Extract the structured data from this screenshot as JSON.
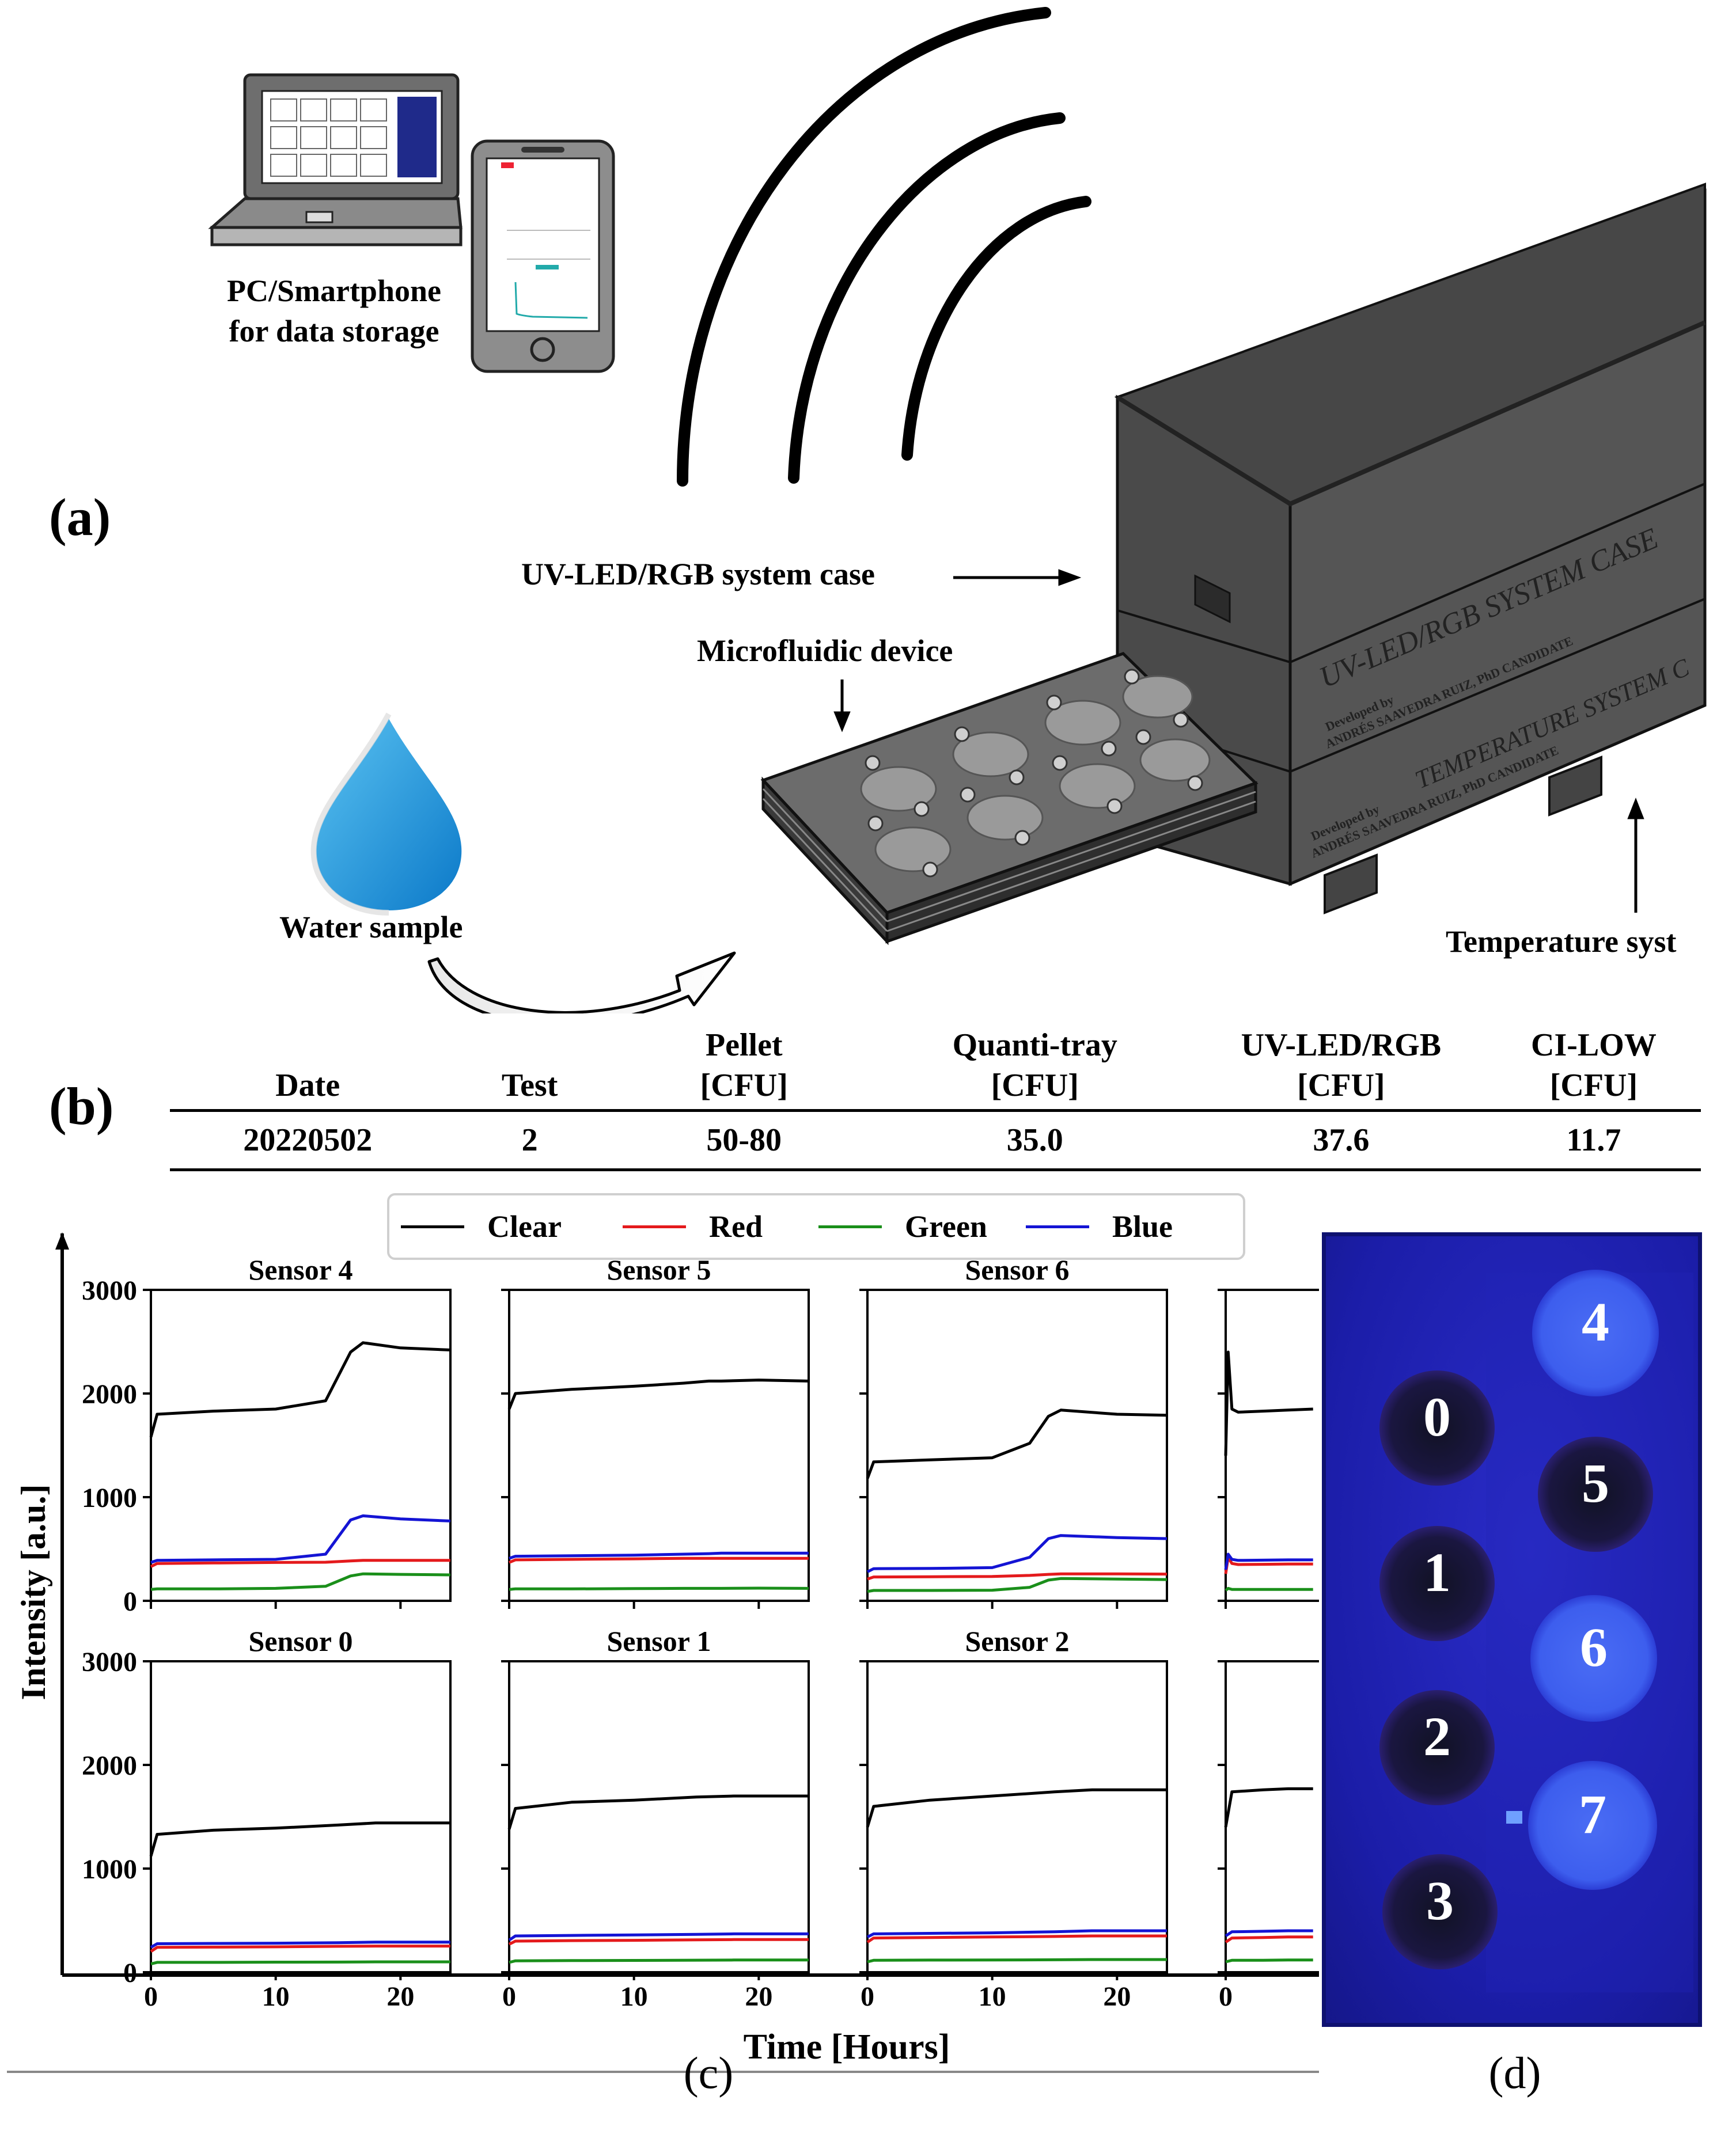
{
  "panel_a": {
    "label": "(a)",
    "pc_caption": [
      "PC/Smartphone",
      "for data storage"
    ],
    "case_label": "UV-LED/RGB system case",
    "microfluidic_label": "Microfluidic device",
    "water_label": "Water sample",
    "temperature_label": "Temperature syst",
    "case_text_top": "UV-LED/RGB SYSTEM CASE",
    "case_text_mid": "TEMPERATURE SYSTEM C",
    "developed_by": "Developed by",
    "developer_name": "ANDRÉS SAAVEDRA RUIZ, PhD CANDIDATE"
  },
  "panel_b": {
    "label": "(b)",
    "headers": [
      [
        "Date"
      ],
      [
        "Test"
      ],
      [
        "Pellet",
        "[CFU]"
      ],
      [
        "Quanti-tray",
        "[CFU]"
      ],
      [
        "UV-LED/RGB",
        "[CFU]"
      ],
      [
        "CI-LOW",
        "[CFU]"
      ]
    ],
    "rows": [
      [
        "20220502",
        "2",
        "50-80",
        "35.0",
        "37.6",
        "11.7"
      ]
    ]
  },
  "panel_c": {
    "label": "(c)",
    "legend": [
      {
        "name": "Clear",
        "color": "#000000"
      },
      {
        "name": "Red",
        "color": "#e41a1c"
      },
      {
        "name": "Green",
        "color": "#1a8f1a"
      },
      {
        "name": "Blue",
        "color": "#1414d4"
      }
    ],
    "ylabel": "Intensity [a.u.]",
    "xlabel": "Time [Hours]",
    "y_ticks": [
      "3000",
      "2000",
      "1000",
      "0"
    ],
    "x_ticks": [
      "0",
      "10",
      "20"
    ]
  },
  "chart_data": {
    "type": "line",
    "xlabel": "Time [Hours]",
    "ylabel": "Intensity [a.u.]",
    "xlim": [
      0,
      24
    ],
    "ylim": [
      0,
      3000
    ],
    "series_names": [
      "Clear",
      "Red",
      "Green",
      "Blue"
    ],
    "panels": [
      {
        "title": "Sensor 4",
        "x": [
          0,
          0.5,
          5,
          10,
          14,
          16,
          17,
          20,
          24
        ],
        "series": [
          {
            "name": "Clear",
            "values": [
              1580,
              1800,
              1830,
              1850,
              1930,
              2400,
              2490,
              2440,
              2420
            ]
          },
          {
            "name": "Red",
            "values": [
              330,
              360,
              365,
              370,
              372,
              385,
              390,
              390,
              390
            ]
          },
          {
            "name": "Green",
            "values": [
              110,
              115,
              115,
              120,
              140,
              240,
              260,
              255,
              250
            ]
          },
          {
            "name": "Blue",
            "values": [
              370,
              390,
              395,
              400,
              450,
              780,
              820,
              790,
              770
            ]
          }
        ]
      },
      {
        "title": "Sensor 5",
        "x": [
          0,
          0.5,
          5,
          10,
          14,
          16,
          17,
          20,
          24
        ],
        "series": [
          {
            "name": "Clear",
            "values": [
              1850,
              2000,
              2040,
              2070,
              2100,
              2120,
              2120,
              2130,
              2120
            ]
          },
          {
            "name": "Red",
            "values": [
              370,
              395,
              400,
              405,
              410,
              410,
              410,
              410,
              410
            ]
          },
          {
            "name": "Green",
            "values": [
              110,
              115,
              115,
              118,
              120,
              120,
              120,
              122,
              120
            ]
          },
          {
            "name": "Blue",
            "values": [
              410,
              430,
              435,
              440,
              450,
              455,
              460,
              460,
              460
            ]
          }
        ]
      },
      {
        "title": "Sensor 6",
        "x": [
          0,
          0.5,
          5,
          10,
          13,
          14.5,
          15.5,
          20,
          24
        ],
        "series": [
          {
            "name": "Clear",
            "values": [
              1180,
              1340,
              1360,
              1380,
              1520,
              1780,
              1840,
              1800,
              1790
            ]
          },
          {
            "name": "Red",
            "values": [
              210,
              230,
              232,
              235,
              245,
              255,
              260,
              260,
              258
            ]
          },
          {
            "name": "Green",
            "values": [
              90,
              100,
              100,
              102,
              130,
              200,
              215,
              210,
              205
            ]
          },
          {
            "name": "Blue",
            "values": [
              280,
              310,
              312,
              320,
              420,
              600,
              630,
              610,
              600
            ]
          }
        ]
      },
      {
        "title": "",
        "x": [
          0,
          0.2,
          0.5,
          1,
          3,
          5,
          7
        ],
        "series": [
          {
            "name": "Clear",
            "values": [
              1400,
              2400,
              1850,
              1820,
              1830,
              1840,
              1850
            ]
          },
          {
            "name": "Red",
            "values": [
              260,
              420,
              360,
              350,
              352,
              355,
              355
            ]
          },
          {
            "name": "Green",
            "values": [
              100,
              120,
              110,
              110,
              110,
              110,
              110
            ]
          },
          {
            "name": "Blue",
            "values": [
              300,
              450,
              400,
              390,
              392,
              395,
              395
            ]
          }
        ]
      },
      {
        "title": "Sensor 0",
        "x": [
          0,
          0.5,
          5,
          10,
          15,
          18,
          24
        ],
        "series": [
          {
            "name": "Clear",
            "values": [
              1120,
              1330,
              1370,
              1390,
              1420,
              1440,
              1440
            ]
          },
          {
            "name": "Red",
            "values": [
              200,
              240,
              242,
              245,
              250,
              252,
              252
            ]
          },
          {
            "name": "Green",
            "values": [
              80,
              95,
              95,
              97,
              98,
              100,
              100
            ]
          },
          {
            "name": "Blue",
            "values": [
              240,
              275,
              278,
              280,
              285,
              290,
              290
            ]
          }
        ]
      },
      {
        "title": "Sensor 1",
        "x": [
          0,
          0.5,
          5,
          10,
          15,
          18,
          24
        ],
        "series": [
          {
            "name": "Clear",
            "values": [
              1380,
              1580,
              1640,
              1660,
              1690,
              1700,
              1700
            ]
          },
          {
            "name": "Red",
            "values": [
              270,
              300,
              305,
              308,
              312,
              315,
              315
            ]
          },
          {
            "name": "Green",
            "values": [
              95,
              110,
              112,
              114,
              116,
              118,
              118
            ]
          },
          {
            "name": "Blue",
            "values": [
              310,
              350,
              355,
              360,
              365,
              370,
              370
            ]
          }
        ]
      },
      {
        "title": "Sensor 2",
        "x": [
          0,
          0.5,
          5,
          10,
          15,
          18,
          24
        ],
        "series": [
          {
            "name": "Clear",
            "values": [
              1400,
              1600,
              1660,
              1700,
              1740,
              1760,
              1760
            ]
          },
          {
            "name": "Red",
            "values": [
              290,
              330,
              335,
              340,
              345,
              350,
              350
            ]
          },
          {
            "name": "Green",
            "values": [
              100,
              115,
              117,
              118,
              120,
              122,
              122
            ]
          },
          {
            "name": "Blue",
            "values": [
              340,
              370,
              375,
              380,
              390,
              400,
              400
            ]
          }
        ]
      },
      {
        "title": "",
        "x": [
          0,
          0.5,
          3,
          5,
          7
        ],
        "series": [
          {
            "name": "Clear",
            "values": [
              1400,
              1740,
              1760,
              1770,
              1770
            ]
          },
          {
            "name": "Red",
            "values": [
              290,
              330,
              335,
              340,
              340
            ]
          },
          {
            "name": "Green",
            "values": [
              100,
              115,
              115,
              118,
              118
            ]
          },
          {
            "name": "Blue",
            "values": [
              350,
              390,
              395,
              400,
              400
            ]
          }
        ]
      }
    ]
  },
  "panel_d": {
    "label": "(d)",
    "wells": [
      "0",
      "1",
      "2",
      "3",
      "4",
      "5",
      "6",
      "7"
    ],
    "positive_wells": [
      "4",
      "6",
      "7"
    ]
  }
}
